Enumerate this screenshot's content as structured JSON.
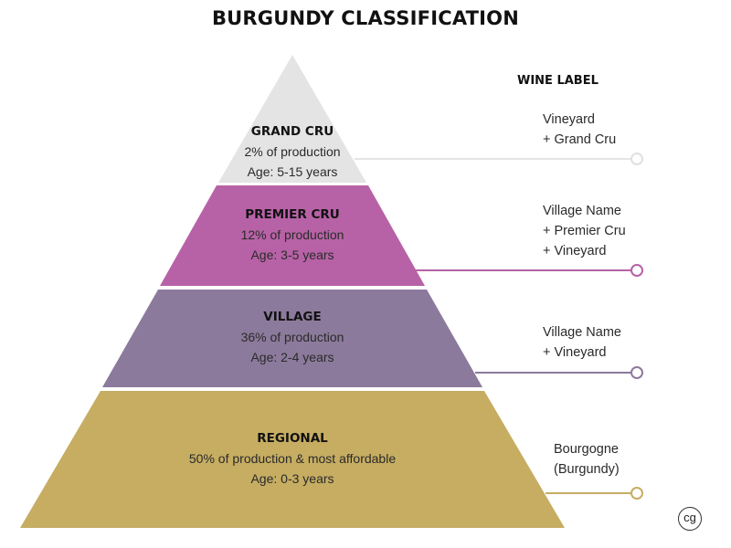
{
  "title": "BURGUNDY CLASSIFICATION",
  "wine_label_heading": "WINE LABEL",
  "colors": {
    "grand_cru": "#e4e4e4",
    "premier_cru": "#b762a6",
    "village": "#8c7a9c",
    "regional": "#c6ad62"
  },
  "tiers": [
    {
      "name": "GRAND CRU",
      "production": "2% of production",
      "age": "Age: 5-15 years",
      "label_lines": [
        "Vineyard",
        "+ Grand Cru"
      ]
    },
    {
      "name": "PREMIER CRU",
      "production": "12% of production",
      "age": "Age: 3-5 years",
      "label_lines": [
        "Village Name",
        "+ Premier Cru",
        "+ Vineyard"
      ]
    },
    {
      "name": "VILLAGE",
      "production": "36% of production",
      "age": "Age: 2-4 years",
      "label_lines": [
        "Village Name",
        "+ Vineyard"
      ]
    },
    {
      "name": "REGIONAL",
      "production": "50% of production & most affordable",
      "age": "Age: 0-3 years",
      "label_lines": [
        "Bourgogne",
        "(Burgundy)"
      ]
    }
  ],
  "logo": "cg"
}
